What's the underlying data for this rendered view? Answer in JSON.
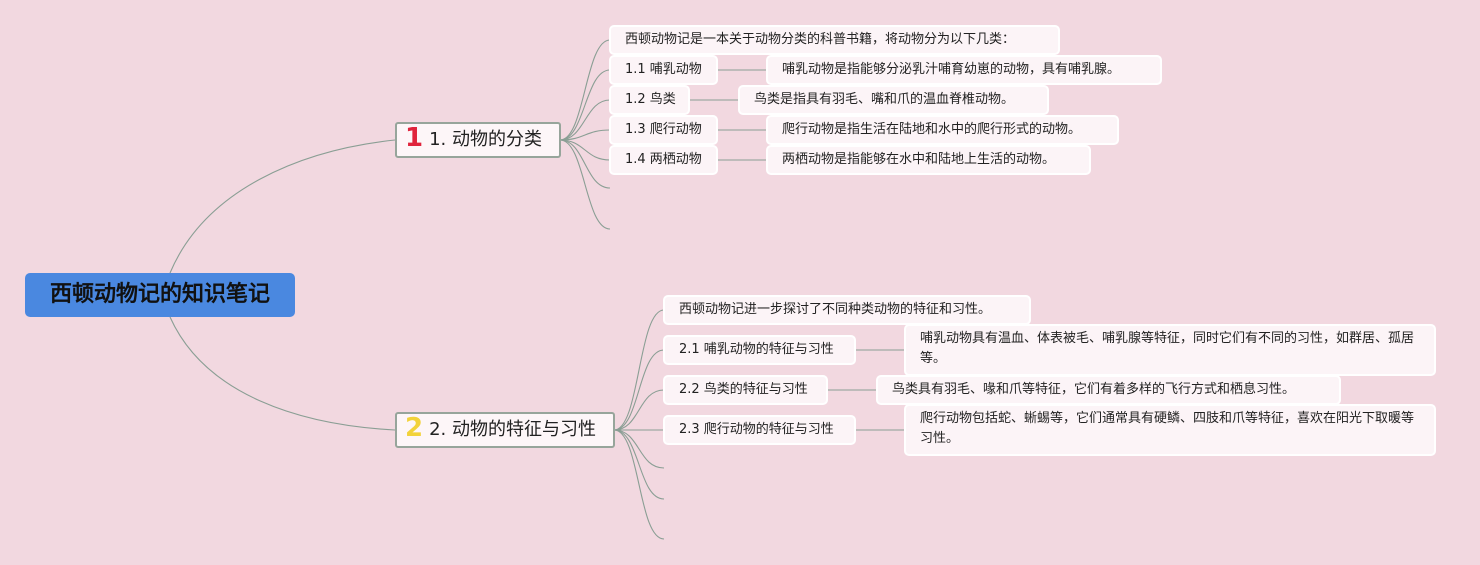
{
  "root": {
    "title": "西顿动物记的知识笔记"
  },
  "branches": [
    {
      "badge": "1",
      "badge_color": "#e0243c",
      "title": "1. 动物的分类",
      "intro": "西顿动物记是一本关于动物分类的科普书籍，将动物分为以下几类：",
      "items": [
        {
          "label": "1.1 哺乳动物",
          "detail": "哺乳动物是指能够分泌乳汁哺育幼崽的动物，具有哺乳腺。"
        },
        {
          "label": "1.2 鸟类",
          "detail": "鸟类是指具有羽毛、嘴和爪的温血脊椎动物。"
        },
        {
          "label": "1.3 爬行动物",
          "detail": "爬行动物是指生活在陆地和水中的爬行形式的动物。"
        },
        {
          "label": "1.4 两栖动物",
          "detail": "两栖动物是指能够在水中和陆地上生活的动物。"
        }
      ]
    },
    {
      "badge": "2",
      "badge_color": "#f2d23a",
      "title": "2. 动物的特征与习性",
      "intro": "西顿动物记进一步探讨了不同种类动物的特征和习性。",
      "items": [
        {
          "label": "2.1 哺乳动物的特征与习性",
          "detail": "哺乳动物具有温血、体表被毛、哺乳腺等特征，同时它们有不同的习性，如群居、孤居等。"
        },
        {
          "label": "2.2 鸟类的特征与习性",
          "detail": "鸟类具有羽毛、喙和爪等特征，它们有着多样的飞行方式和栖息习性。"
        },
        {
          "label": "2.3 爬行动物的特征与习性",
          "detail": "爬行动物包括蛇、蜥蜴等，它们通常具有硬鳞、四肢和爪等特征，喜欢在阳光下取暖等习性。"
        }
      ]
    }
  ],
  "colors": {
    "background": "#f2d8e0",
    "root": "#4a88e0",
    "line": "#8a9e94"
  }
}
